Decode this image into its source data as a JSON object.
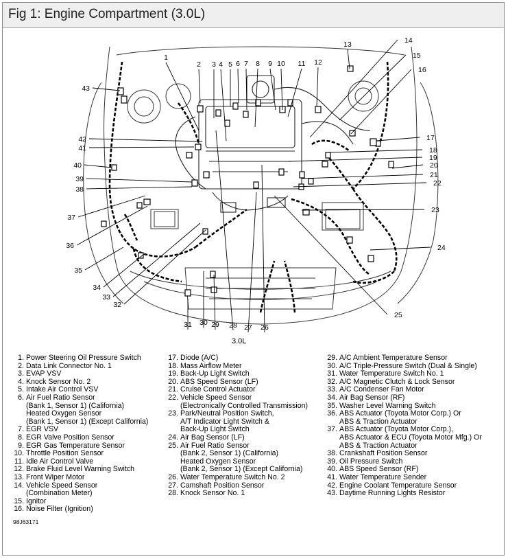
{
  "window_title": "Fig 1: Engine Compartment (3.0L)",
  "diagram": {
    "caption": "3.0L",
    "image_code": "98J63171",
    "callouts": [
      "1",
      "2",
      "3",
      "4",
      "5",
      "6",
      "7",
      "8",
      "9",
      "10",
      "11",
      "12",
      "13",
      "14",
      "15",
      "16",
      "17",
      "18",
      "19",
      "20",
      "21",
      "22",
      "23",
      "24",
      "25",
      "26",
      "27",
      "28",
      "29",
      "30",
      "31",
      "32",
      "33",
      "34",
      "35",
      "36",
      "37",
      "38",
      "39",
      "40",
      "41",
      "42",
      "43"
    ]
  },
  "legend": {
    "columns": [
      {
        "items": [
          {
            "num": "1.",
            "lines": [
              "Power Steering Oil Pressure Switch"
            ]
          },
          {
            "num": "2.",
            "lines": [
              "Data Link Connector No. 1"
            ]
          },
          {
            "num": "3.",
            "lines": [
              "EVAP VSV"
            ]
          },
          {
            "num": "4.",
            "lines": [
              "Knock Sensor No. 2"
            ]
          },
          {
            "num": "5.",
            "lines": [
              "Intake Air Control VSV"
            ]
          },
          {
            "num": "6.",
            "lines": [
              "Air Fuel Ratio Sensor",
              "(Bank 1, Sensor 1) (California)",
              "Heated Oxygen Sensor",
              "(Bank 1, Sensor 1) (Except California)"
            ]
          },
          {
            "num": "7.",
            "lines": [
              "EGR VSV"
            ]
          },
          {
            "num": "8.",
            "lines": [
              "EGR Valve Position Sensor"
            ]
          },
          {
            "num": "9.",
            "lines": [
              "EGR Gas Temperature Sensor"
            ]
          },
          {
            "num": "10.",
            "lines": [
              "Throttle Position Sensor"
            ]
          },
          {
            "num": "11.",
            "lines": [
              "Idle Air Control Valve"
            ]
          },
          {
            "num": "12.",
            "lines": [
              "Brake Fluid Level Warning Switch"
            ]
          },
          {
            "num": "13.",
            "lines": [
              "Front Wiper Motor"
            ]
          },
          {
            "num": "14.",
            "lines": [
              "Vehicle Speed Sensor",
              "(Combination Meter)"
            ]
          },
          {
            "num": "15.",
            "lines": [
              "Ignitor"
            ]
          },
          {
            "num": "16.",
            "lines": [
              "Noise Filter (Ignition)"
            ]
          }
        ]
      },
      {
        "items": [
          {
            "num": "17.",
            "lines": [
              "Diode (A/C)"
            ]
          },
          {
            "num": "18.",
            "lines": [
              "Mass Airflow Meter"
            ]
          },
          {
            "num": "19.",
            "lines": [
              "Back-Up Light Switch"
            ]
          },
          {
            "num": "20.",
            "lines": [
              "ABS Speed Sensor (LF)"
            ]
          },
          {
            "num": "21.",
            "lines": [
              "Cruise Control Actuator"
            ]
          },
          {
            "num": "22.",
            "lines": [
              "Vehicle Speed Sensor",
              "(Electronically Controlled Transmission)"
            ]
          },
          {
            "num": "23.",
            "lines": [
              "Park/Neutral Position Switch,",
              "A/T Indicator Light Switch &",
              "Back-Up Light Switch"
            ]
          },
          {
            "num": "24.",
            "lines": [
              "Air Bag Sensor (LF)"
            ]
          },
          {
            "num": "25.",
            "lines": [
              "Air Fuel Ratio Sensor",
              "(Bank 2, Sensor 1) (California)",
              "Heated Oxygen Sensor",
              "(Bank 2, Sensor 1) (Except California)"
            ]
          },
          {
            "num": "26.",
            "lines": [
              "Water Temperature Switch No. 2"
            ]
          },
          {
            "num": "27.",
            "lines": [
              "Camshaft Position Sensor"
            ]
          },
          {
            "num": "28.",
            "lines": [
              "Knock Sensor No. 1"
            ]
          }
        ]
      },
      {
        "items": [
          {
            "num": "29.",
            "lines": [
              "A/C Ambient Temperature Sensor"
            ]
          },
          {
            "num": "30.",
            "lines": [
              "A/C Triple-Pressure Switch (Dual & Single)"
            ]
          },
          {
            "num": "31.",
            "lines": [
              "Water Temperature Switch No. 1"
            ]
          },
          {
            "num": "32.",
            "lines": [
              "A/C Magnetic Clutch & Lock Sensor"
            ]
          },
          {
            "num": "33.",
            "lines": [
              "A/C Condenser Fan Motor"
            ]
          },
          {
            "num": "34.",
            "lines": [
              "Air Bag Sensor (RF)"
            ]
          },
          {
            "num": "35.",
            "lines": [
              "Washer Level Warning Switch"
            ]
          },
          {
            "num": "36.",
            "lines": [
              "ABS Actuator (Toyota Motor Corp.) Or",
              "ABS & Traction Actuator"
            ]
          },
          {
            "num": "37.",
            "lines": [
              "ABS Actuator (Toyota Motor Corp.),",
              "ABS Actuator & ECU (Toyota Motor Mfg.) Or",
              "ABS & Traction Actuator"
            ]
          },
          {
            "num": "38.",
            "lines": [
              "Crankshaft Position Sensor"
            ]
          },
          {
            "num": "39.",
            "lines": [
              "Oil Pressure Switch"
            ]
          },
          {
            "num": "40.",
            "lines": [
              "ABS Speed Sensor (RF)"
            ]
          },
          {
            "num": "41.",
            "lines": [
              "Water Temperature Sender"
            ]
          },
          {
            "num": "42.",
            "lines": [
              "Engine Coolant Temperature Sensor"
            ]
          },
          {
            "num": "43.",
            "lines": [
              "Daytime Running Lights Resistor"
            ]
          }
        ]
      }
    ]
  }
}
